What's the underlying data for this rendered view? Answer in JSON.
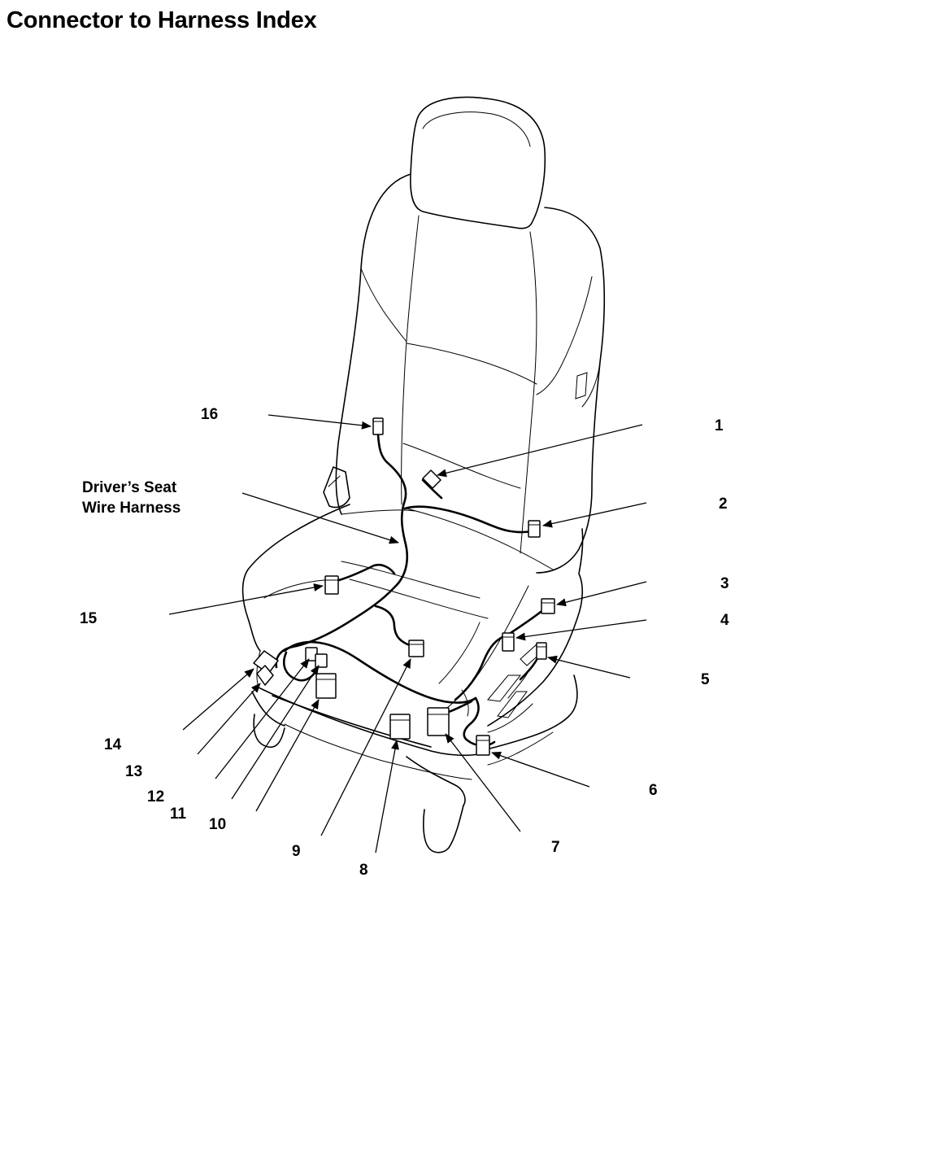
{
  "title": "Connector to Harness Index",
  "harness_label": {
    "line1": "Driver’s Seat",
    "line2": "Wire Harness"
  },
  "callouts": [
    {
      "id": "1",
      "label": "1"
    },
    {
      "id": "2",
      "label": "2"
    },
    {
      "id": "3",
      "label": "3"
    },
    {
      "id": "4",
      "label": "4"
    },
    {
      "id": "5",
      "label": "5"
    },
    {
      "id": "6",
      "label": "6"
    },
    {
      "id": "7",
      "label": "7"
    },
    {
      "id": "8",
      "label": "8"
    },
    {
      "id": "9",
      "label": "9"
    },
    {
      "id": "10",
      "label": "10"
    },
    {
      "id": "11",
      "label": "11"
    },
    {
      "id": "12",
      "label": "12"
    },
    {
      "id": "13",
      "label": "13"
    },
    {
      "id": "14",
      "label": "14"
    },
    {
      "id": "15",
      "label": "15"
    },
    {
      "id": "16",
      "label": "16"
    }
  ]
}
